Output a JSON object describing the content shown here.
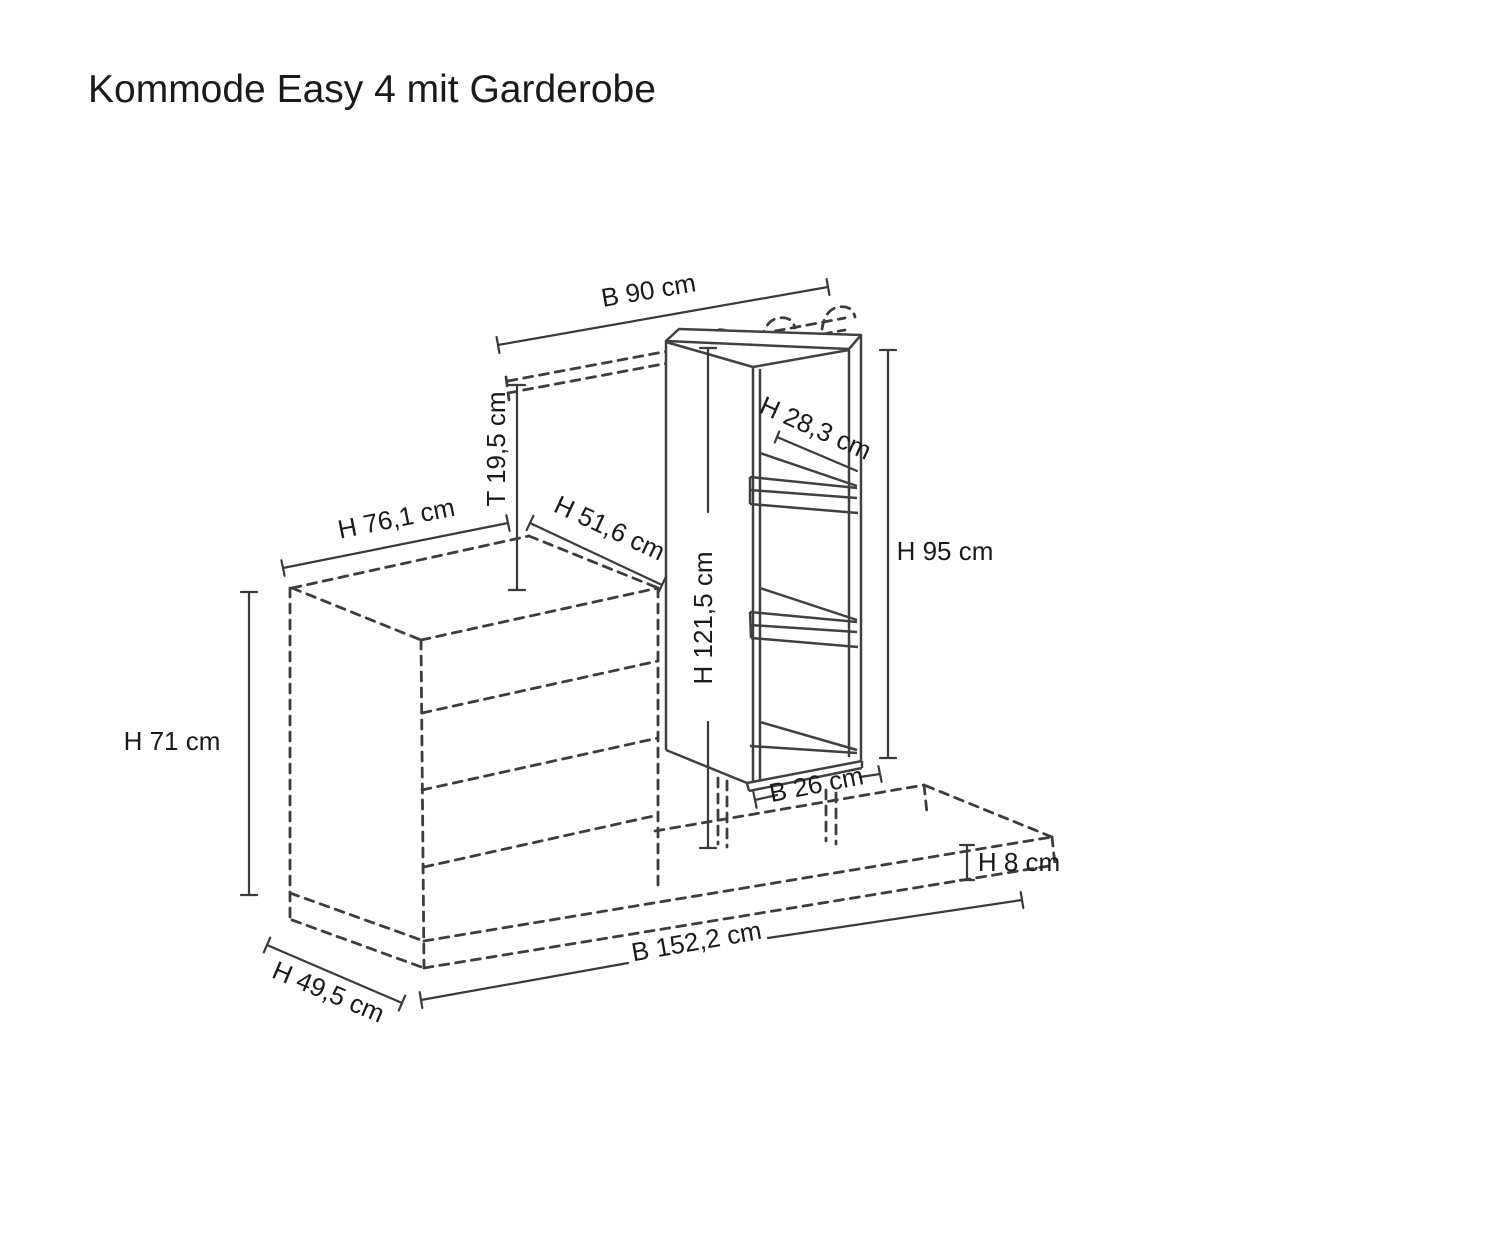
{
  "title": "Kommode Easy 4 mit Garderobe",
  "dimensions": {
    "b90": {
      "label": "B 90 cm"
    },
    "t195": {
      "label": "T 19,5 cm"
    },
    "h761": {
      "label": "H 76,1 cm"
    },
    "h516": {
      "label": "H 51,6 cm"
    },
    "h283": {
      "label": "H 28,3 cm"
    },
    "h95": {
      "label": "H 95 cm"
    },
    "h1215": {
      "label": "H 121,5 cm"
    },
    "h71": {
      "label": "H 71 cm"
    },
    "b26": {
      "label": "B 26 cm"
    },
    "h8": {
      "label": "H 8 cm"
    },
    "b1522": {
      "label": "B 152,2 cm"
    },
    "h495": {
      "label": "H 49,5 cm"
    }
  },
  "colors": {
    "line": "#3d3d3d",
    "text": "#1a1a1a",
    "background": "#ffffff"
  }
}
